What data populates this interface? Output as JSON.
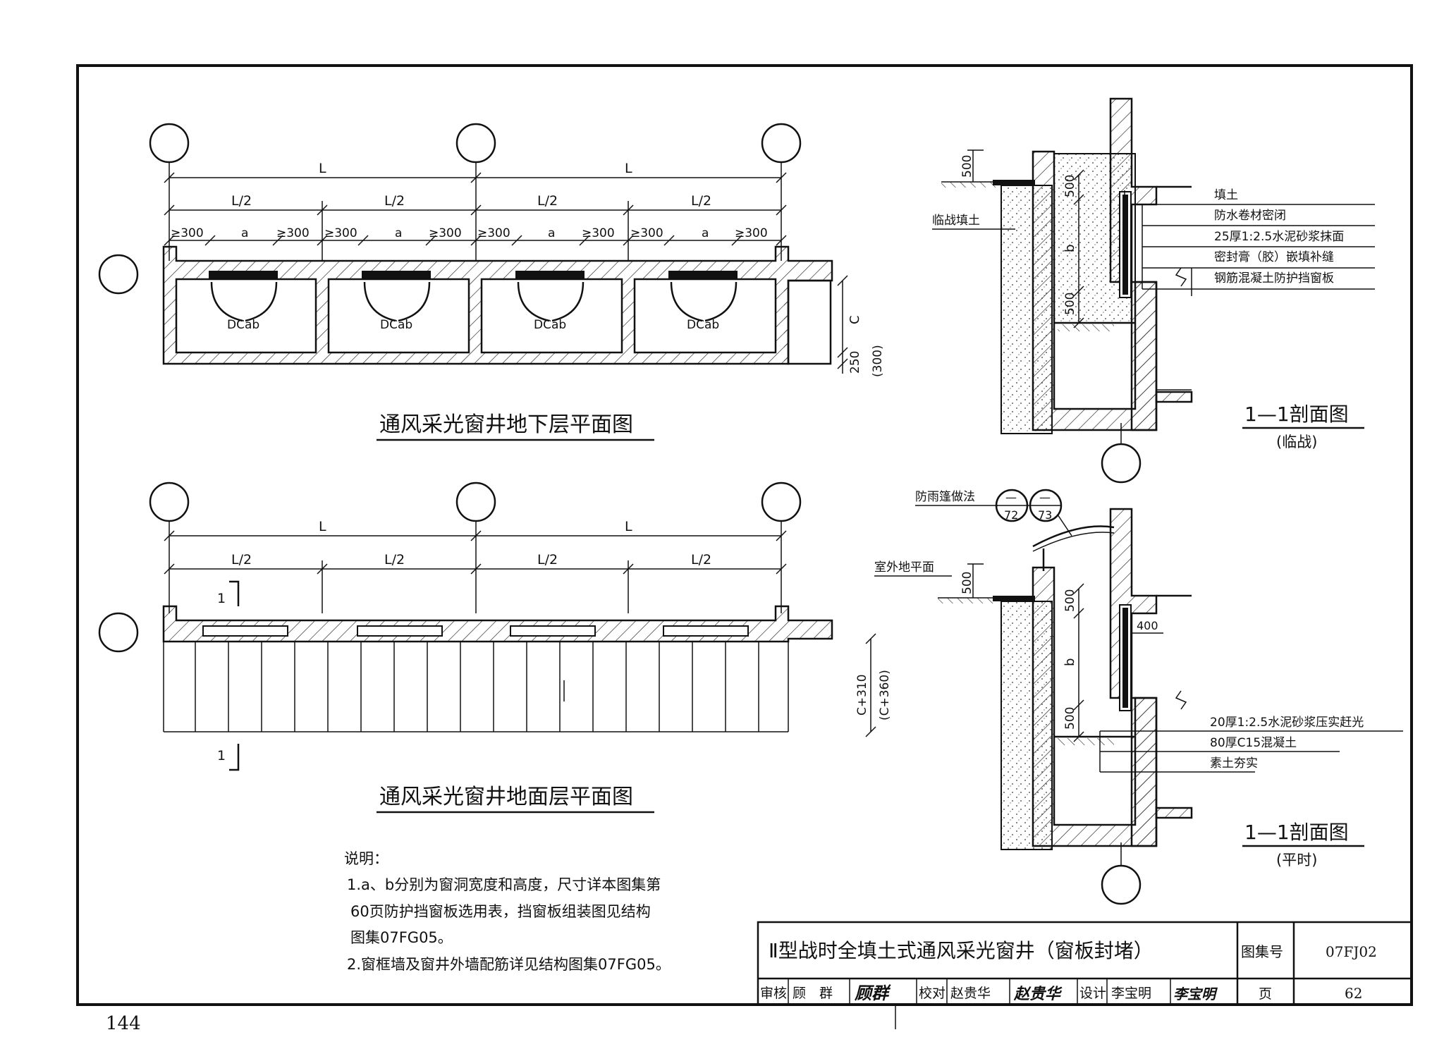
{
  "page_number": "144",
  "plan_basement": {
    "title": "通风采光窗井地下层平面图",
    "dim_L": [
      "L",
      "L"
    ],
    "dim_half": [
      "L/2",
      "L/2",
      "L/2",
      "L/2"
    ],
    "dim_min": "≥300",
    "dim_a": "a",
    "door_label": "DCab",
    "dim_c": "C",
    "dim_250": "250",
    "dim_300": "(300)"
  },
  "plan_ground": {
    "title": "通风采光窗井地面层平面图",
    "dim_L": [
      "L",
      "L"
    ],
    "dim_half": [
      "L/2",
      "L/2",
      "L/2",
      "L/2"
    ],
    "cut_mark": "1",
    "dim_c310": "C+310",
    "dim_c360": "(C+360)"
  },
  "section_wartime": {
    "title": "1—1剖面图",
    "subtitle": "(临战)",
    "fill_label": "临战填土",
    "dim_500": "500",
    "dim_b": "b",
    "callouts": [
      "填土",
      "防水卷材密闭",
      "25厚1:2.5水泥砂浆抹面",
      "密封膏（胶）嵌填补缝",
      "钢筋混凝土防护挡窗板"
    ]
  },
  "section_peacetime": {
    "title": "1—1剖面图",
    "subtitle": "(平时)",
    "canopy_label": "防雨篷做法",
    "canopy_ref_a": "72",
    "canopy_ref_b": "73",
    "canopy_ref_top": "—",
    "ground_label": "室外地平面",
    "dim_500": "500",
    "dim_b": "b",
    "dim_400": "400",
    "callouts": [
      "20厚1:2.5水泥砂浆压实赶光",
      "80厚C15混凝土",
      "素土夯实"
    ]
  },
  "notes": {
    "heading": "说明：",
    "lines": [
      "1.a、b分别为窗洞宽度和高度，尺寸详本图集第",
      "60页防护挡窗板选用表，挡窗板组装图见结构",
      "图集07FG05。",
      "2.窗框墙及窗井外墙配筋详见结构图集07FG05。"
    ]
  },
  "title_block": {
    "title": "Ⅱ型战时全填土式通风采光窗井（窗板封堵）",
    "atlas_label": "图集号",
    "atlas_no": "07FJ02",
    "page_label": "页",
    "page_no": "62",
    "review_label": "审核",
    "review_name": "顾　群",
    "review_sign": "顾群",
    "check_label": "校对",
    "check_name": "赵贵华",
    "check_sign": "赵贵华",
    "design_label": "设计",
    "design_name": "李宝明",
    "design_sign": "李宝明"
  }
}
